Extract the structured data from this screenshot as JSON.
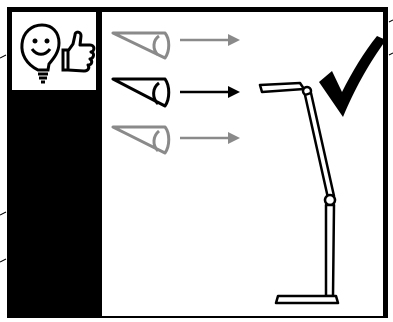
{
  "icons": {
    "tip_icon": "lightbulb-thumbs-up-icon",
    "eye_icons": [
      "eye-icon-above",
      "eye-icon-correct",
      "eye-icon-below"
    ],
    "arrow_icons": [
      "arrow-right-icon-above",
      "arrow-right-icon-correct",
      "arrow-right-icon-below"
    ],
    "lamp": "desk-lamp-icon",
    "check": "checkmark-icon"
  },
  "colors": {
    "frame": "#000000",
    "background": "#ffffff",
    "faded": "#8a8a8a",
    "active": "#000000"
  }
}
